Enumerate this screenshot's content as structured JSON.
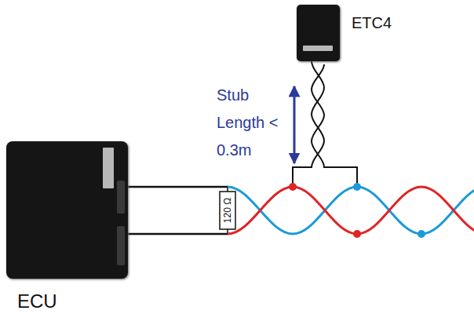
{
  "diagram": {
    "nodes": [
      {
        "text": [
          "ECU"
        ]
      },
      {
        "text": [
          "ETC4"
        ]
      }
    ],
    "edges": [
      {
        "from": 0,
        "to": 1,
        "arrow": "none"
      }
    ],
    "labels": [
      "Stub Length < 0.3m",
      "120 Ω"
    ]
  }
}
